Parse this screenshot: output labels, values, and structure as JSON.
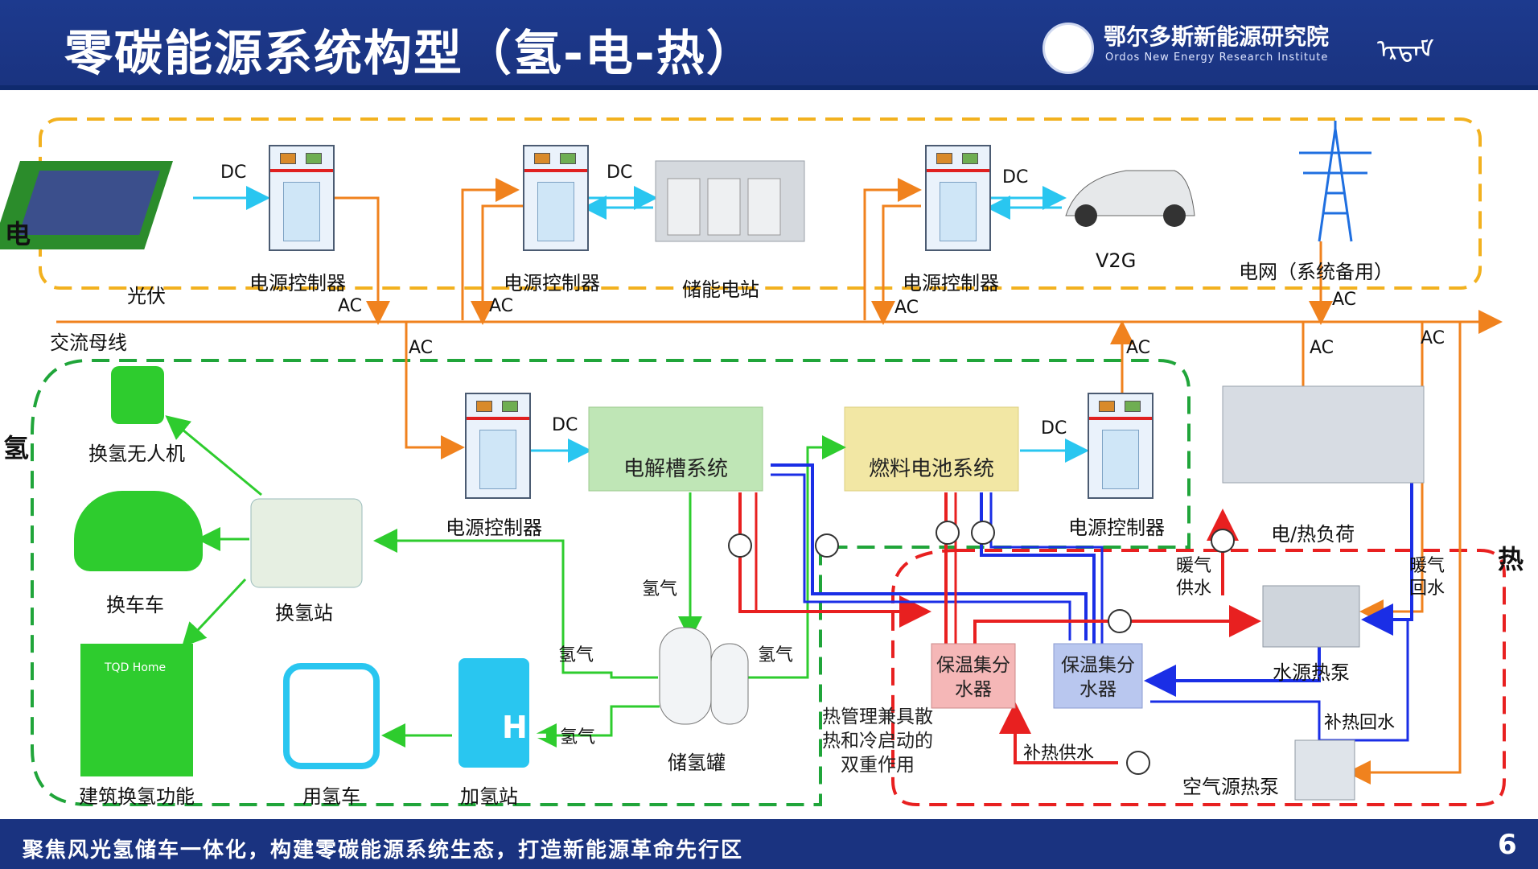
{
  "header": {
    "title": "零碳能源系统构型（氢-电-热）",
    "institute_cn": "鄂尔多斯新能源研究院",
    "institute_en": "Ordos New Energy Research Institute",
    "mongolian": "ᠡᠷᠳᠡᠮ"
  },
  "sections": {
    "electric": "电",
    "hydrogen": "氢",
    "heat": "热"
  },
  "nodes": {
    "pv": "光伏",
    "ctrl1": "电源控制器",
    "ctrl2": "电源控制器",
    "storage": "储能电站",
    "ctrl3": "电源控制器",
    "v2g": "V2G",
    "grid": "电网（系统备用）",
    "ac_bus": "交流母线",
    "drone": "换氢无人机",
    "car": "换车车",
    "station": "换氢站",
    "building": "建筑换氢功能",
    "building_sign": "TQD Home",
    "bus": "用氢车",
    "refuel": "加氢站",
    "tank": "储氢罐",
    "ctrl4": "电源控制器",
    "electrolyzer": "电解槽系统",
    "fuelcell": "燃料电池系统",
    "ctrl5": "电源控制器",
    "load": "电/热负荷",
    "manifold1": "保温集分水器",
    "manifold2": "保温集分水器",
    "water_hp": "水源热泵",
    "air_hp": "空气源热泵",
    "heat_note": "热管理兼具散热和冷启动的双重作用"
  },
  "flows": {
    "dc": "DC",
    "ac": "AC",
    "h2": "氢气",
    "heat_supply": "暖气供水",
    "heat_return": "暖气回水",
    "aux_return": "补热回水",
    "aux_supply": "补热供水",
    "h2_symbol": "H2"
  },
  "footer": {
    "slogan": "聚焦风光氢储车一体化，构建零碳能源系统生态，打造新能源革命先行区",
    "page": "6"
  }
}
